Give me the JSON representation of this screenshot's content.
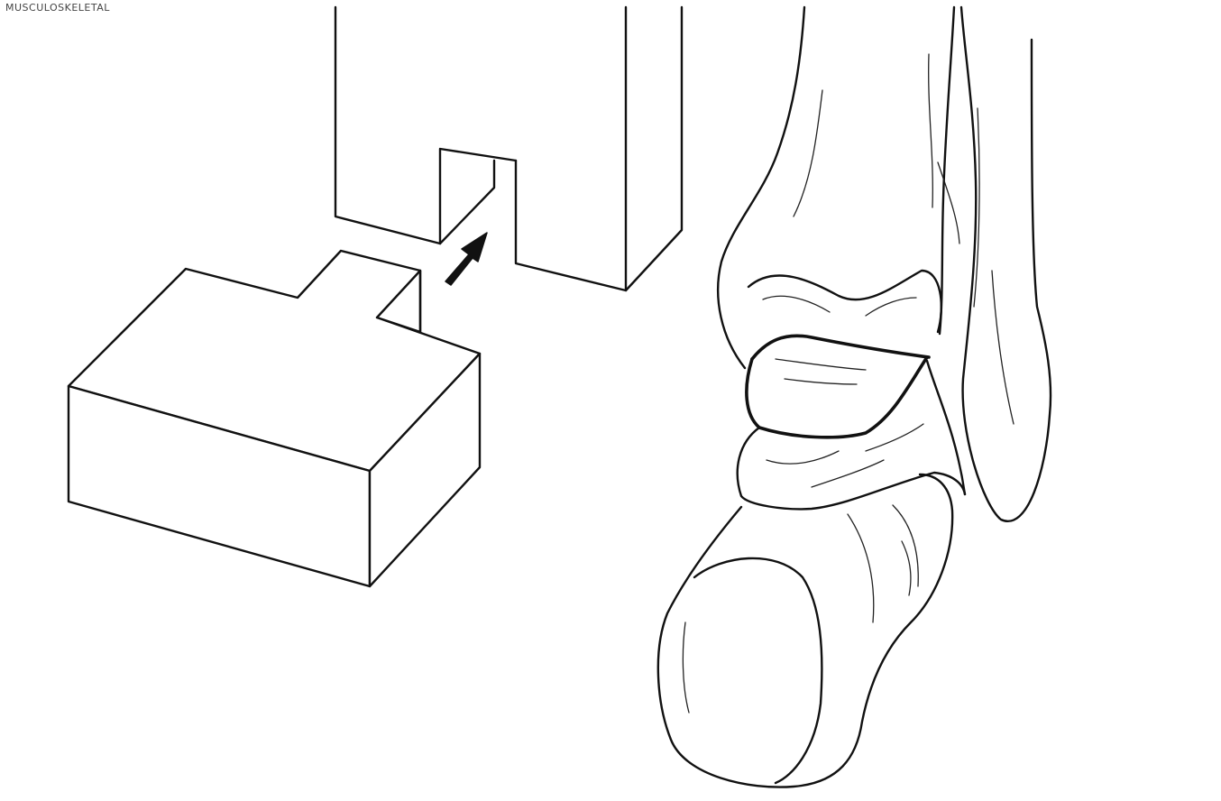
{
  "header": {
    "caption_text": "MUSCULOSKELETAL"
  },
  "figure": {
    "left_panel": "mortise-and-tenon-joint",
    "right_panel": "ankle-joint-bones",
    "arrow_icon": "arrow-up-right-icon"
  }
}
